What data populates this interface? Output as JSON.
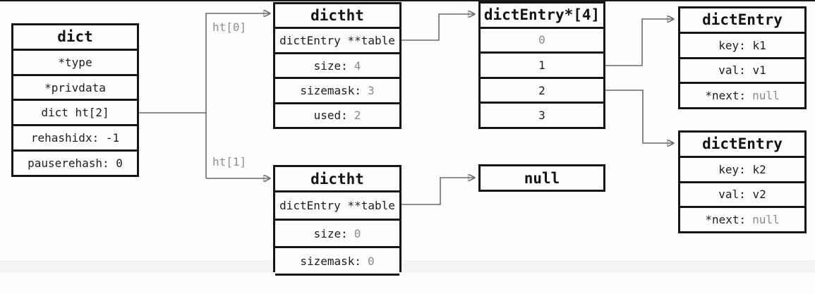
{
  "labels": {
    "ht0": "ht[0]",
    "ht1": "ht[1]"
  },
  "boxes": {
    "dict": {
      "title": "dict",
      "rows": [
        {
          "text": "*type",
          "value": ""
        },
        {
          "text": "*privdata",
          "value": ""
        },
        {
          "text": "dict ht[2]",
          "value": ""
        },
        {
          "text": "rehashidx: -1",
          "value": ""
        },
        {
          "text": "pauserehash: 0",
          "value": ""
        }
      ]
    },
    "dictht_top": {
      "title": "dictht",
      "rows": [
        {
          "text": "dictEntry **table",
          "value": ""
        },
        {
          "text": "size:",
          "value": "4"
        },
        {
          "text": "sizemask:",
          "value": "3"
        },
        {
          "text": "used:",
          "value": "2"
        }
      ]
    },
    "bucket_array": {
      "title": "dictEntry*[4]",
      "rows": [
        {
          "text": "",
          "value": "0"
        },
        {
          "text": "1",
          "value": ""
        },
        {
          "text": "2",
          "value": ""
        },
        {
          "text": "3",
          "value": ""
        }
      ]
    },
    "entry1": {
      "title": "dictEntry",
      "rows": [
        {
          "text": "key: k1",
          "value": ""
        },
        {
          "text": "val: v1",
          "value": ""
        },
        {
          "text": "*next:",
          "value": "null"
        }
      ]
    },
    "entry2": {
      "title": "dictEntry",
      "rows": [
        {
          "text": "key: k2",
          "value": ""
        },
        {
          "text": "val: v2",
          "value": ""
        },
        {
          "text": "*next:",
          "value": "null"
        }
      ]
    },
    "null_box": {
      "title": "null"
    },
    "dictht_bottom": {
      "title": "dictht",
      "rows": [
        {
          "text": "dictEntry **table",
          "value": ""
        },
        {
          "text": "size:",
          "value": "0"
        },
        {
          "text": "sizemask:",
          "value": "0"
        }
      ]
    }
  },
  "colors": {
    "border": "#151515",
    "text": "#1c1c1c",
    "muted": "#8a8a8a",
    "connector": "#6b6b6b",
    "arrowhead": "#111111"
  }
}
